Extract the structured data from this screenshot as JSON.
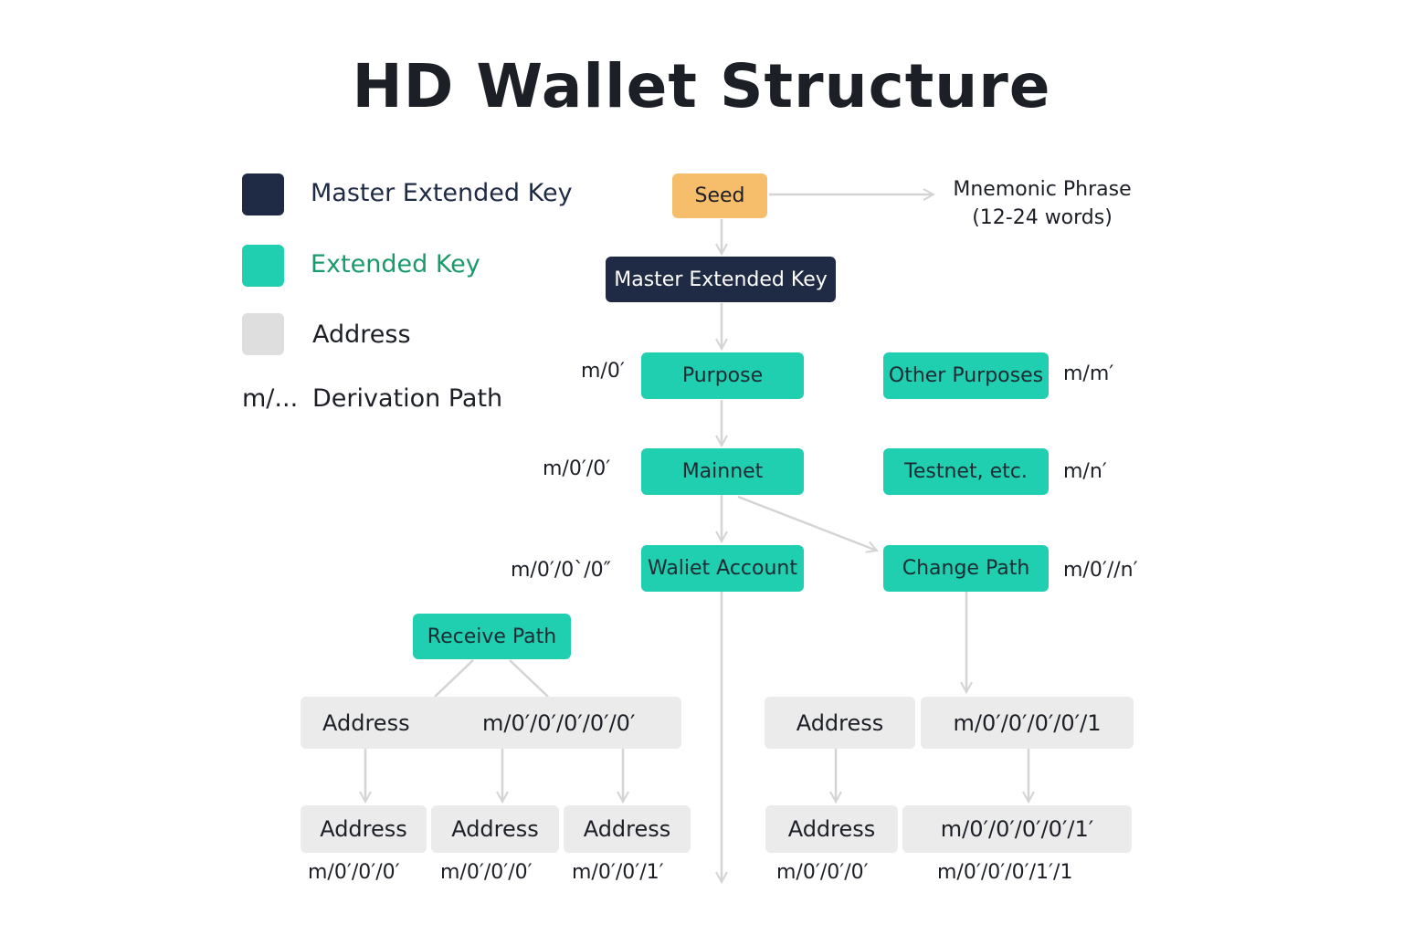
{
  "title": "HD Wallet Structure",
  "colors": {
    "master": "#1f2a44",
    "extended": "#1fcfb0",
    "address": "#ebebeb",
    "seed": "#f6bd6b",
    "edge": "#d4d4d4",
    "extended_label": "#1a9a6a"
  },
  "legend": {
    "master_label": "Master Extended Key",
    "extended_label": "Extended Key",
    "address_label": "Address",
    "path_symbol": "m/...",
    "path_label": "Derivation Path"
  },
  "nodes": {
    "seed": "Seed",
    "mnemonic_line1": "Mnemonic Phrase",
    "mnemonic_line2": "(12-24 words)",
    "master": "Master Extended Key",
    "purpose": "Purpose",
    "other_purposes": "Other Purposes",
    "mainnet": "Mainnet",
    "testnet": "Testnet, etc.",
    "wallet_account": "Waliet Account",
    "change_path": "Change Path",
    "receive_path": "Receive Path",
    "address": "Address"
  },
  "paths": {
    "purpose": "m/0′",
    "other_purposes": "m/m′",
    "mainnet": "m/0′/0′",
    "testnet": "m/n′",
    "wallet_account": "m/0′/0`/0″",
    "change_path": "m/0′//n′",
    "receive_box": "m/0′/0′/0′/0′/0′",
    "change_box": "m/0′/0′/0′/0′/1",
    "change_box_child": "m/0′/0′/0′/0′/1′",
    "leaf_a": "m/0′/0′/0′",
    "leaf_b": "m/0′/0′/0′",
    "leaf_c": "m/0′/0′/1′",
    "leaf_d": "m/0′/0′/0′",
    "leaf_e": "m/0′/0′/0′/1′/1"
  }
}
